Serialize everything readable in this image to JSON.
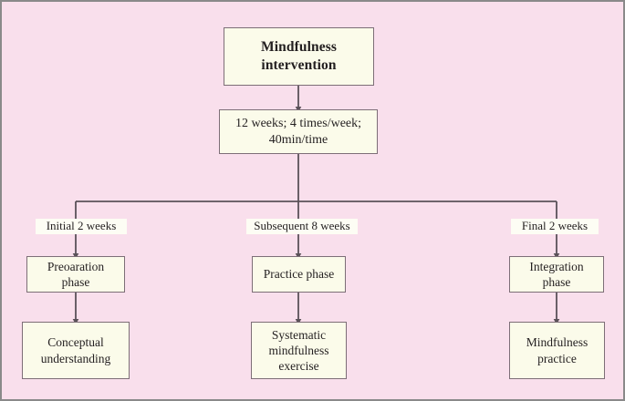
{
  "figure": {
    "background_color": "#f9dfec",
    "frame_color": "#8a8a8a",
    "node_fill_color": "#fbfbea",
    "node_border_color": "#7d6e77",
    "connector_color": "#5b5259",
    "text_color": "#231f20"
  },
  "nodes": {
    "intervention": "Mindfulness intervention",
    "dosage": "12 weeks; 4 times/week;\n40min/time",
    "preparation_phase": "Preoaration\nphase",
    "practice_phase": "Practice phase",
    "integration_phase": "Integration\nphase",
    "conceptual_understanding": "Conceptual\nunderstanding",
    "systematic_exercise": "Systematic\nmindfulness\nexercise",
    "mindfulness_practice": "Mindfulness\npractice"
  },
  "edge_labels": {
    "initial": "Initial 2 weeks",
    "subsequent": "Subsequent 8 weeks",
    "final": "Final 2 weeks"
  }
}
